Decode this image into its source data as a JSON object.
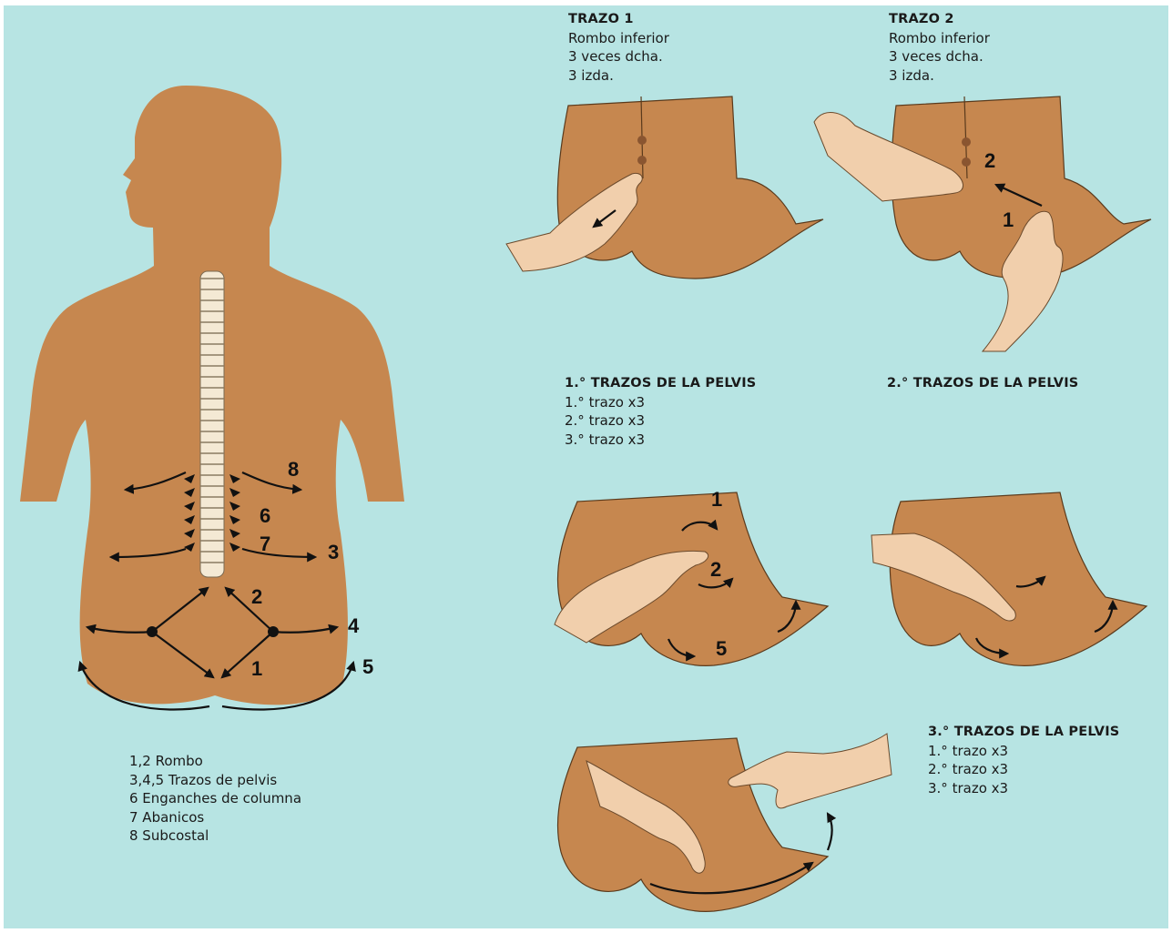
{
  "panels": {
    "trazo1": {
      "title": "TRAZO 1",
      "lines": [
        "Rombo inferior",
        "3 veces dcha.",
        "3 izda."
      ]
    },
    "trazo2": {
      "title": "TRAZO 2",
      "lines": [
        "Rombo inferior",
        "3 veces dcha.",
        "3 izda."
      ]
    },
    "pelvis1": {
      "title": "1.° TRAZOS DE LA PELVIS",
      "lines": [
        "1.° trazo x3",
        "2.° trazo x3",
        "3.° trazo x3"
      ]
    },
    "pelvis2": {
      "title": "2.° TRAZOS DE LA PELVIS"
    },
    "pelvis3": {
      "title": "3.° TRAZOS DE LA PELVIS",
      "lines": [
        "1.° trazo x3",
        "2.° trazo x3",
        "3.° trazo x3"
      ]
    }
  },
  "legend": [
    "1,2 Rombo",
    "3,4,5 Trazos de pelvis",
    "6 Enganches de columna",
    "7 Abanicos",
    "8 Subcostal"
  ],
  "back_numbers": {
    "n1": "1",
    "n2": "2",
    "n3": "3",
    "n4": "4",
    "n5": "5",
    "n6": "6",
    "n7": "7",
    "n8": "8"
  },
  "trazo2_numbers": {
    "n1": "1",
    "n2": "2"
  },
  "pelvis1_numbers": {
    "n1": "1",
    "n2": "2",
    "n5": "5"
  },
  "colors": {
    "background": "#b7e4e3",
    "skin": "#c6874f",
    "hand": "#f1cfac",
    "arrow": "#111111"
  }
}
